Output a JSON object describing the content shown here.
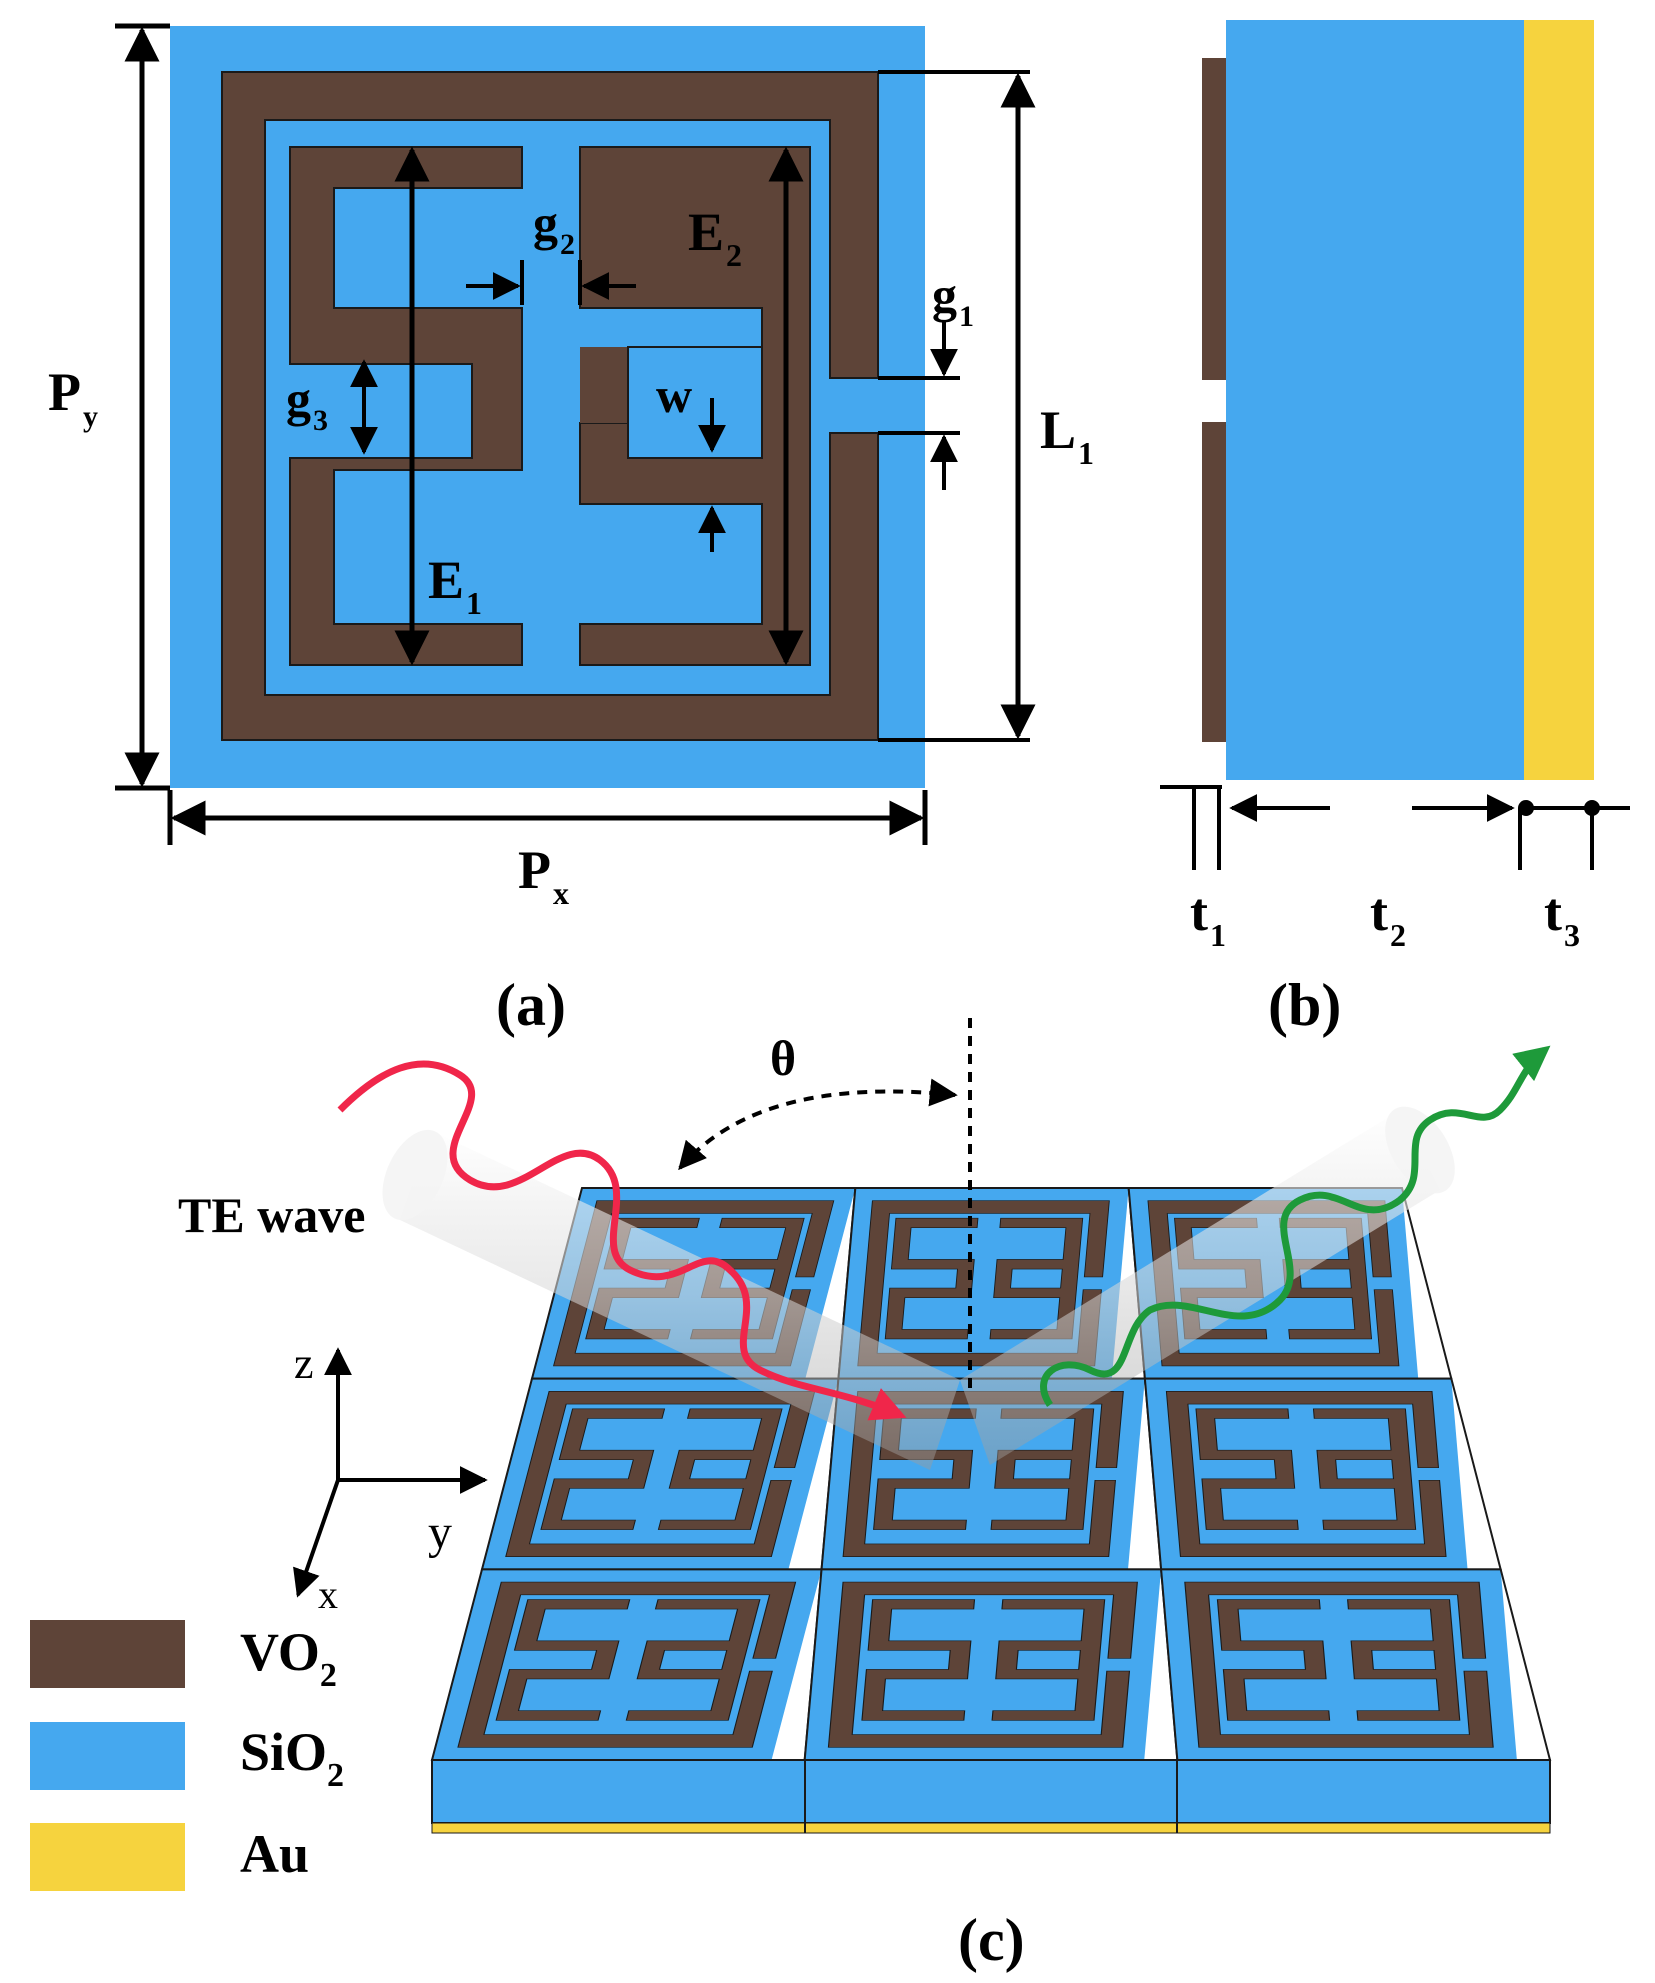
{
  "colors": {
    "vo2": "#5E4438",
    "sio2": "#45A8EF",
    "au": "#F6D33E",
    "incident_wave": "#F0264A",
    "reflected_wave": "#1E9A3A",
    "dimension": "#000000"
  },
  "panel_a": {
    "label": "(a)",
    "dims": {
      "py": {
        "main": "P",
        "sub": "y"
      },
      "px": {
        "main": "P",
        "sub": "x"
      },
      "l1": {
        "main": "L",
        "sub": "1"
      },
      "g1": {
        "main": "g",
        "sub": "1"
      },
      "g2": {
        "main": "g",
        "sub": "2"
      },
      "g3": {
        "main": "g",
        "sub": "3"
      },
      "e1": {
        "main": "E",
        "sub": "1"
      },
      "e2": {
        "main": "E",
        "sub": "2"
      },
      "w": {
        "main": "w",
        "sub": ""
      }
    }
  },
  "panel_b": {
    "label": "(b)",
    "dims": {
      "t1": {
        "main": "t",
        "sub": "1"
      },
      "t2": {
        "main": "t",
        "sub": "2"
      },
      "t3": {
        "main": "t",
        "sub": "3"
      }
    }
  },
  "panel_c": {
    "label": "(c)",
    "incident_label": "TE wave",
    "angle_label": "θ",
    "axes": {
      "z": "z",
      "y": "y",
      "x": "x"
    },
    "grid": {
      "rows": 3,
      "cols": 3
    }
  },
  "legend": [
    {
      "main": "VO",
      "sub": "2",
      "color_key": "vo2"
    },
    {
      "main": "SiO",
      "sub": "2",
      "color_key": "sio2"
    },
    {
      "main": "Au",
      "sub": "",
      "color_key": "au"
    }
  ]
}
